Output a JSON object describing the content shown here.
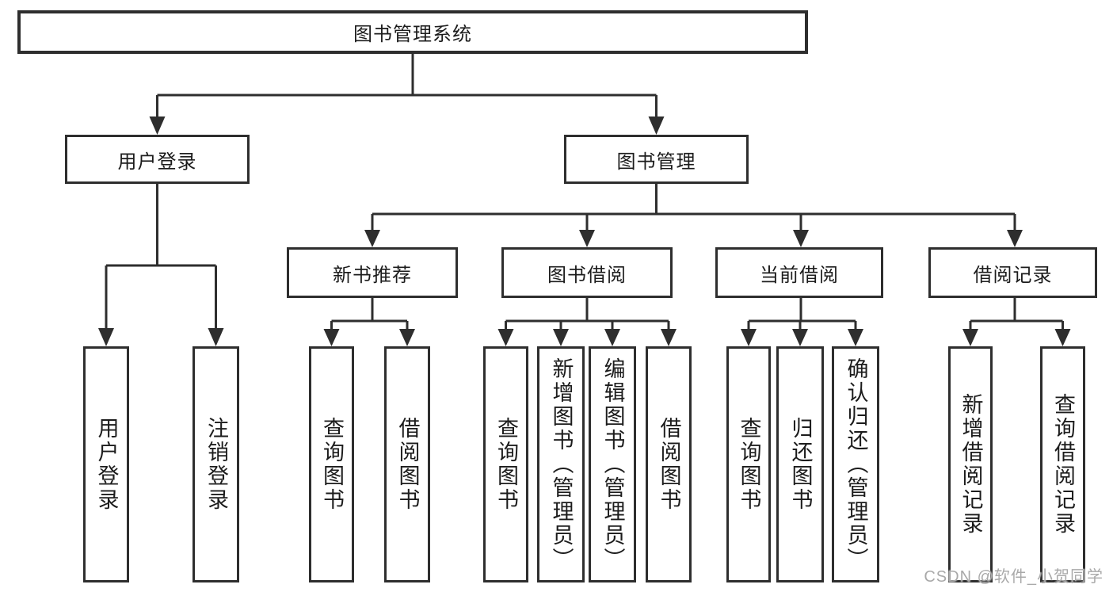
{
  "tree": {
    "label": "图书管理系统",
    "children": [
      {
        "label": "用户登录",
        "children": [
          {
            "label": "用户登录"
          },
          {
            "label": "注销登录"
          }
        ]
      },
      {
        "label": "图书管理",
        "children": [
          {
            "label": "新书推荐",
            "children": [
              {
                "label": "查询图书"
              },
              {
                "label": "借阅图书"
              }
            ]
          },
          {
            "label": "图书借阅",
            "children": [
              {
                "label": "查询图书"
              },
              {
                "label": "新增图书（管理员）"
              },
              {
                "label": "编辑图书（管理员）"
              },
              {
                "label": "借阅图书"
              }
            ]
          },
          {
            "label": "当前借阅",
            "children": [
              {
                "label": "查询图书"
              },
              {
                "label": "归还图书"
              },
              {
                "label": "确认归还（管理员）"
              }
            ]
          },
          {
            "label": "借阅记录",
            "children": [
              {
                "label": "新增借阅记录"
              },
              {
                "label": "查询借阅记录"
              }
            ]
          }
        ]
      }
    ]
  },
  "watermark": {
    "text": "CSDN @软件_小贺同学"
  },
  "colors": {
    "line": "#2e2e2e",
    "text": "#1c1c1c",
    "background": "#ffffff",
    "watermark": "#a9a9a9"
  }
}
